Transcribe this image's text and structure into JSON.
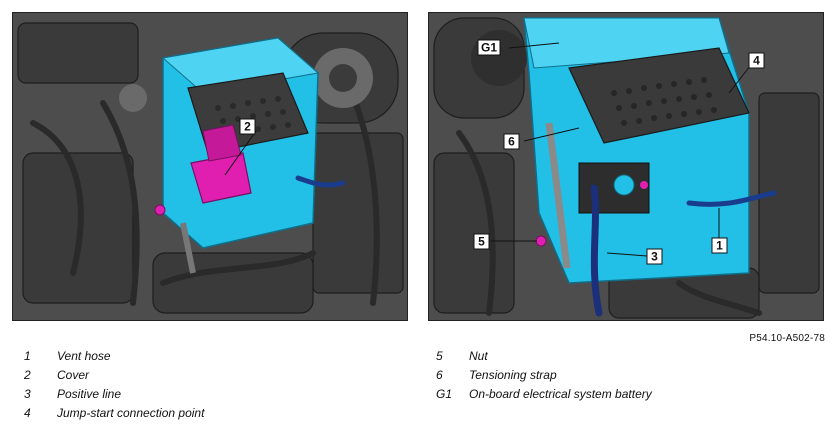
{
  "reference_code": "P54.10-A502-78",
  "callouts": {
    "left": [
      "2"
    ],
    "right": [
      "G1",
      "4",
      "6",
      "5",
      "3",
      "1"
    ]
  },
  "legend": {
    "left": [
      {
        "key": "1",
        "label": "Vent hose"
      },
      {
        "key": "2",
        "label": "Cover"
      },
      {
        "key": "3",
        "label": "Positive line"
      },
      {
        "key": "4",
        "label": "Jump-start connection point"
      }
    ],
    "right": [
      {
        "key": "5",
        "label": "Nut"
      },
      {
        "key": "6",
        "label": "Tensioning strap"
      },
      {
        "key": "G1",
        "label": "On-board electrical system battery"
      }
    ]
  },
  "colors": {
    "battery": "#22c0e6",
    "highlight": "#e01fb0",
    "engine_bay": "#4a4a4a"
  }
}
